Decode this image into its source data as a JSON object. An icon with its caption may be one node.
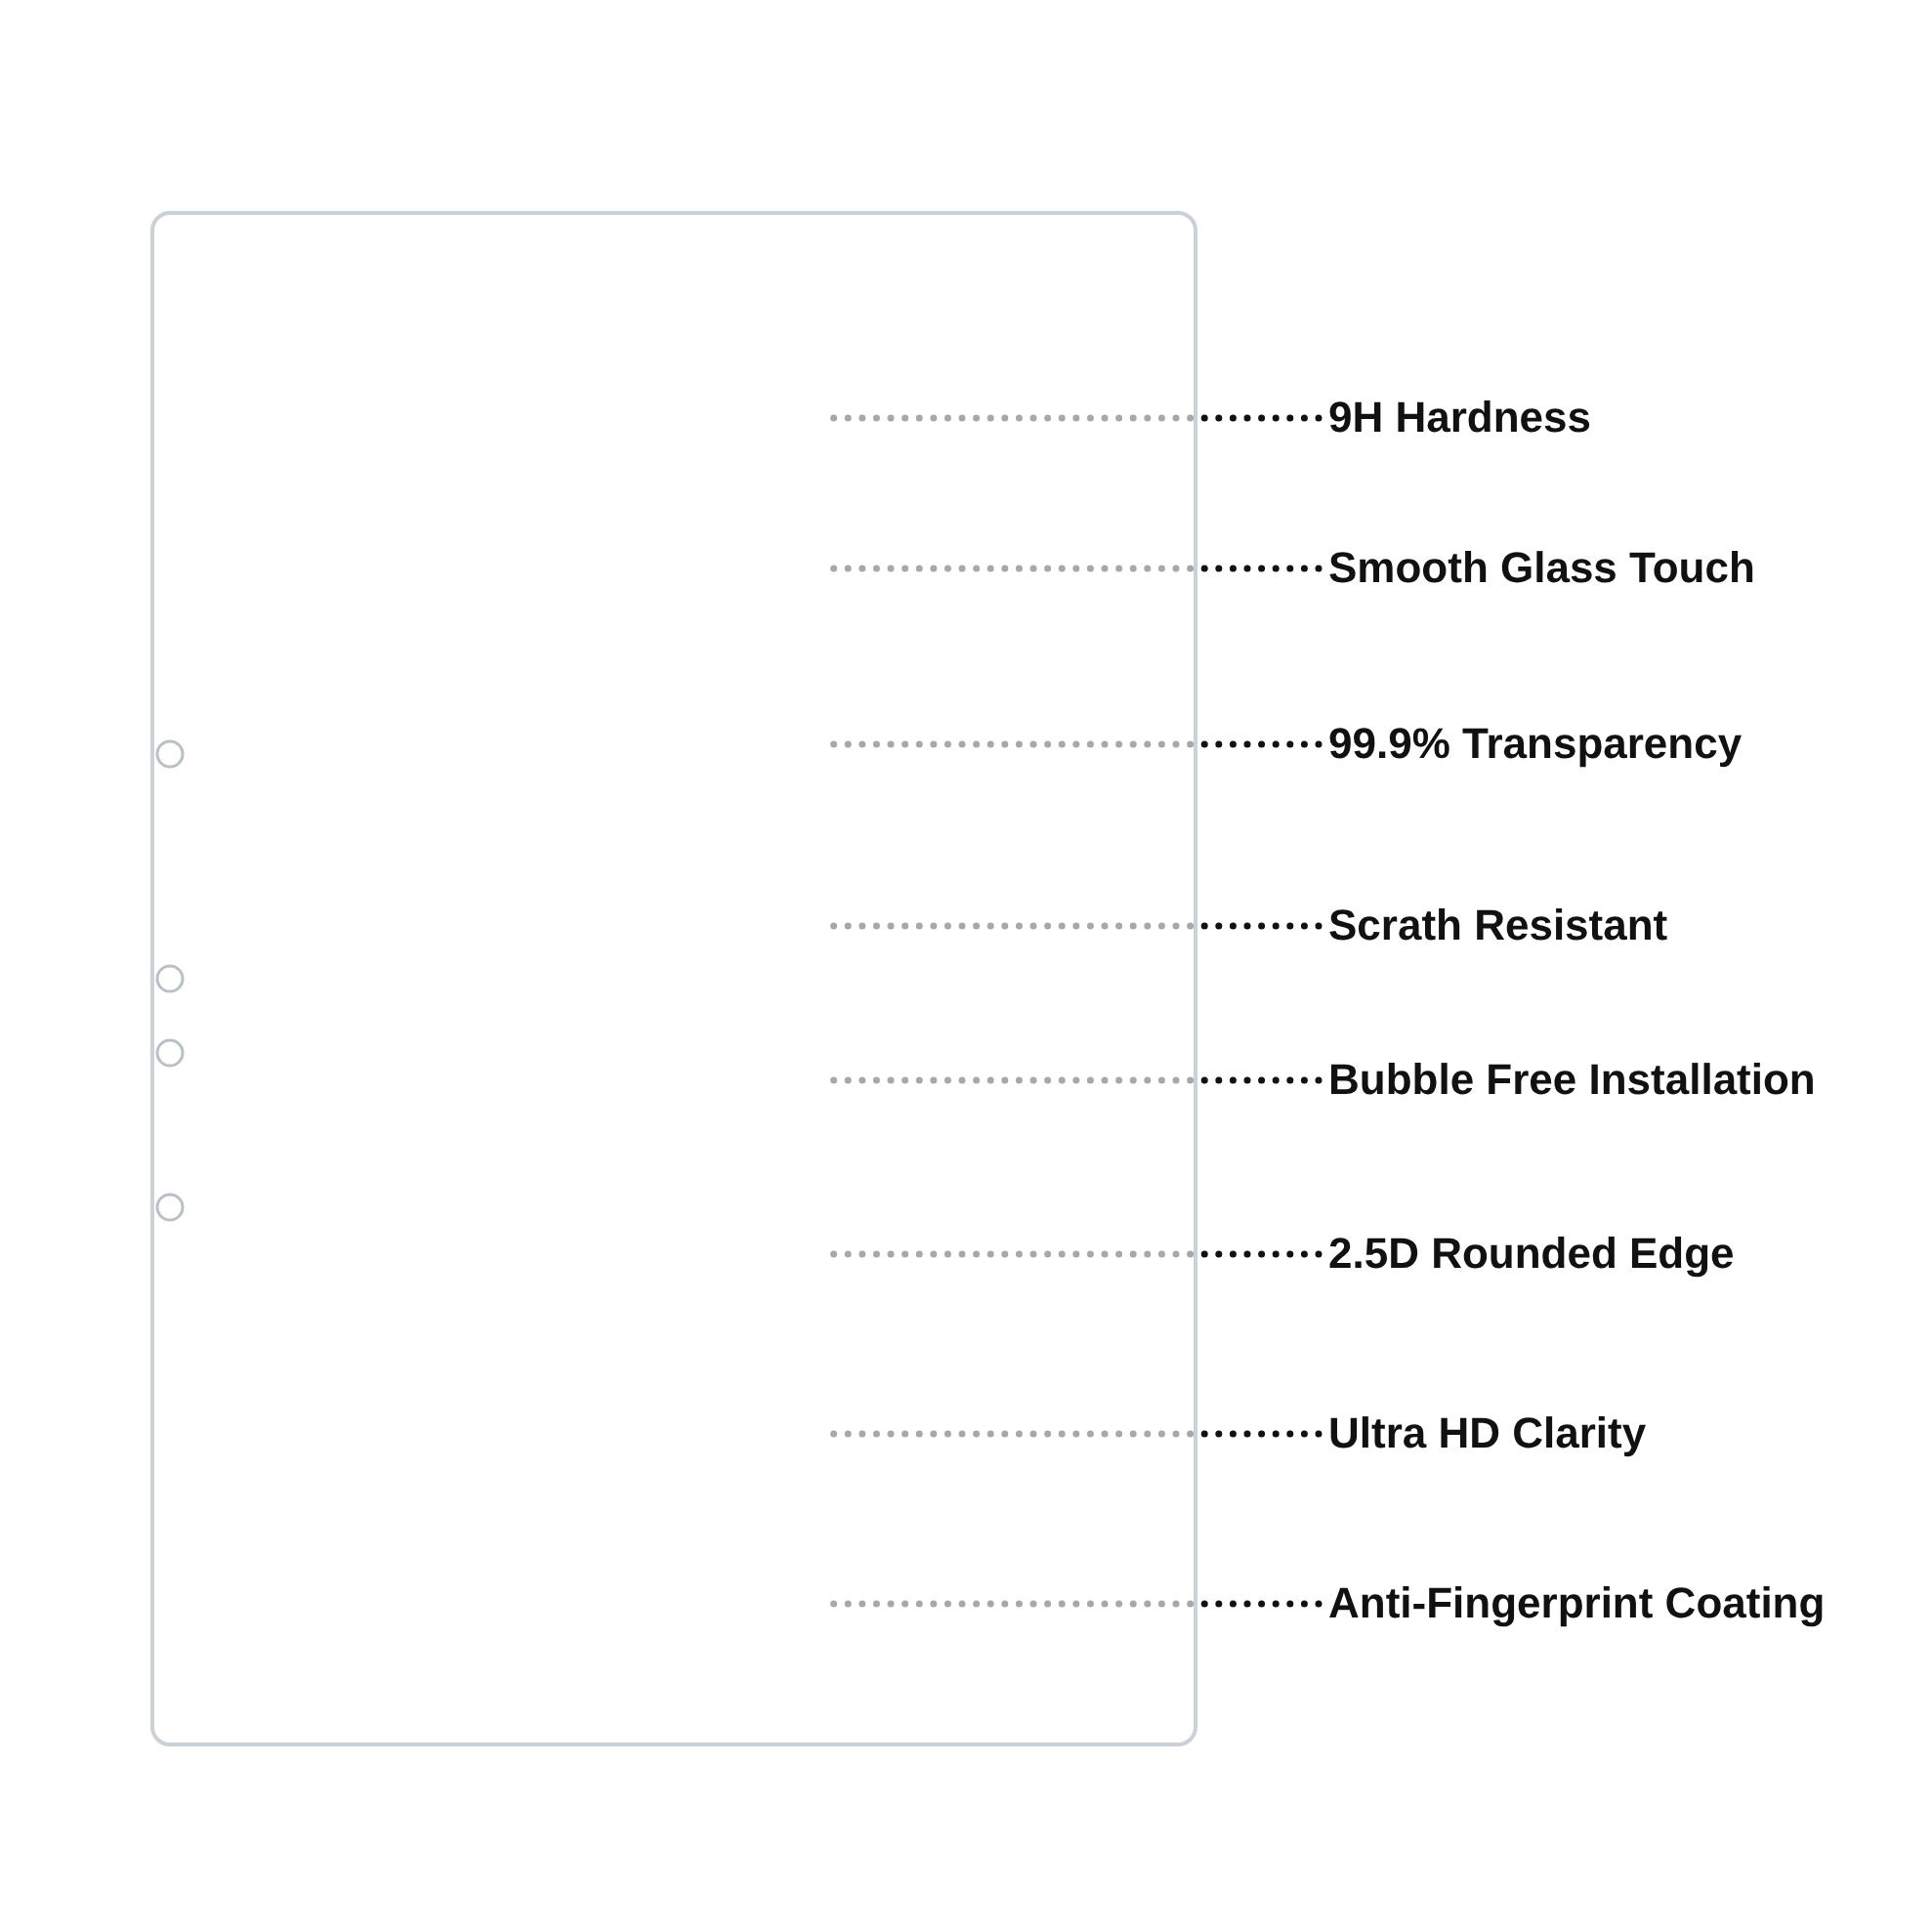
{
  "diagram": {
    "nodes": [
      {
        "text": [],
        "shape": "box"
      },
      {
        "text": [
          "9H Hardness"
        ]
      },
      {
        "text": [
          "Smooth Glass Touch"
        ]
      },
      {
        "text": [
          "99.9% Transparency"
        ]
      },
      {
        "text": [
          "Scrath Resistant"
        ]
      },
      {
        "text": [
          "Bubble Free Installation"
        ]
      },
      {
        "text": [
          "2.5D Rounded Edge"
        ]
      },
      {
        "text": [
          "Ultra HD Clarity"
        ]
      },
      {
        "text": [
          "Anti-Fingerprint Coating"
        ]
      }
    ],
    "edges": [
      {
        "from": 1,
        "to": 0,
        "arrow": "none"
      },
      {
        "from": 2,
        "to": 0,
        "arrow": "none"
      },
      {
        "from": 3,
        "to": 0,
        "arrow": "none"
      },
      {
        "from": 4,
        "to": 0,
        "arrow": "none"
      },
      {
        "from": 5,
        "to": 0,
        "arrow": "none"
      },
      {
        "from": 6,
        "to": 0,
        "arrow": "none"
      },
      {
        "from": 7,
        "to": 0,
        "arrow": "none"
      },
      {
        "from": 8,
        "to": 0,
        "arrow": "none"
      }
    ]
  }
}
